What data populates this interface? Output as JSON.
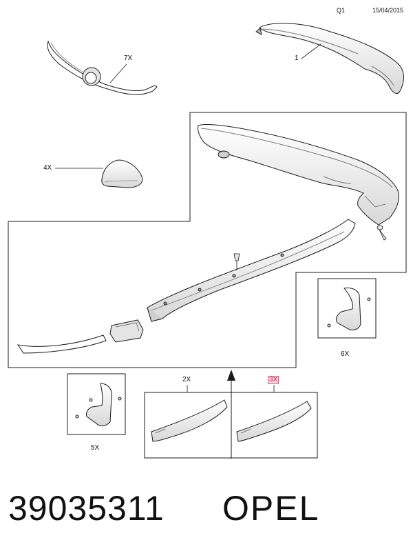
{
  "header": {
    "sheet": "Q1",
    "date": "15/04/2015"
  },
  "callouts": {
    "c1": "1",
    "c7x": "7X",
    "c4x": "4X",
    "c6x": "6X",
    "c5x": "5X",
    "c2x": "2X",
    "c3x": "3X"
  },
  "footer": {
    "part_number": "39035311",
    "brand": "OPEL"
  },
  "colors": {
    "line": "#1a1a1a",
    "part_fill": "#ffffff",
    "shade": "#d9d9d9",
    "highlight": "#c0284d"
  }
}
